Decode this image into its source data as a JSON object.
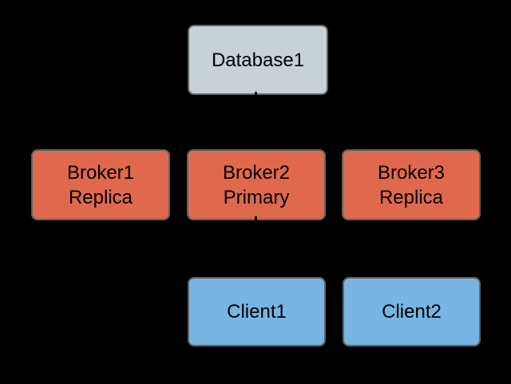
{
  "diagram": {
    "background_color": "#000000",
    "text_color": "#000000",
    "border_color": "#5f6366",
    "connector_color": "#000000",
    "nodes": [
      {
        "id": "database1",
        "type": "database",
        "line1": "Database1",
        "fill": "#c8d1d6",
        "border": "#5f6366"
      },
      {
        "id": "broker1",
        "type": "broker",
        "line1": "Broker1",
        "line2": "Replica",
        "fill": "#e0694d",
        "border": "#5f6366"
      },
      {
        "id": "broker2",
        "type": "broker",
        "line1": "Broker2",
        "line2": "Primary",
        "fill": "#e0694d",
        "border": "#5f6366"
      },
      {
        "id": "broker3",
        "type": "broker",
        "line1": "Broker3",
        "line2": "Replica",
        "fill": "#e0694d",
        "border": "#5f6366"
      },
      {
        "id": "client1",
        "type": "client",
        "line1": "Client1",
        "fill": "#78b5e2",
        "border": "#5f6366"
      },
      {
        "id": "client2",
        "type": "client",
        "line1": "Client2",
        "fill": "#78b5e2",
        "border": "#5f6366"
      }
    ],
    "connectors": [
      {
        "from": "Database1",
        "to": "Broker2"
      },
      {
        "from": "Broker2",
        "to": "Client1"
      }
    ]
  }
}
